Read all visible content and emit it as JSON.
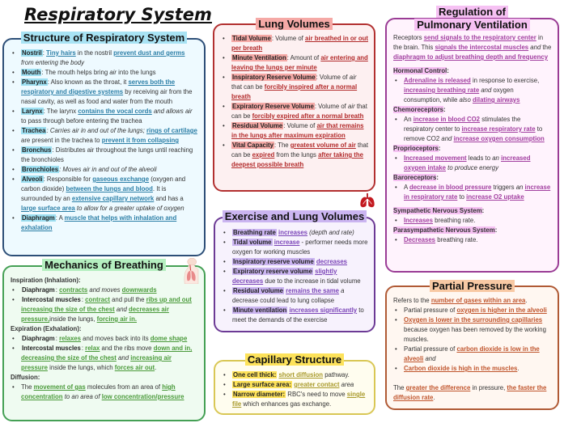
{
  "title": "Respiratory System",
  "structure": {
    "title": "Structure of Respiratory System",
    "items": [
      [
        [
          "Nostril",
          "k"
        ],
        [
          ": "
        ],
        [
          "Tiny hairs",
          "u"
        ],
        [
          " in the nostril "
        ],
        [
          "prevent dust and germs",
          "u"
        ],
        [
          " from entering the body",
          "i"
        ]
      ],
      [
        [
          "Mouth",
          "k"
        ],
        [
          ": The mouth helps bring "
        ],
        [
          "air",
          "i"
        ],
        [
          " into the lungs"
        ]
      ],
      [
        [
          "Pharynx",
          "k"
        ],
        [
          ": Also known as the throat, it "
        ],
        [
          "serves both the respiratory and digestive systems",
          "u"
        ],
        [
          " by receiving air from the nasal cavity, as well as food and water from the mouth"
        ]
      ],
      [
        [
          "Larynx",
          "k"
        ],
        [
          ": The larynx "
        ],
        [
          "contains the vocal cords",
          "u"
        ],
        [
          " and allows air",
          "i"
        ],
        [
          " to pass through before entering the trachea"
        ]
      ],
      [
        [
          "Trachea",
          "k"
        ],
        [
          ": Carries air in and out of the lungs; ",
          "i"
        ],
        [
          "rings of cartilage",
          "u"
        ],
        [
          " are present in the trachea to "
        ],
        [
          "prevent it from collapsing",
          "u"
        ]
      ],
      [
        [
          "Bronchus",
          "k"
        ],
        [
          ": Distributes air throughout the lungs until reaching the bronchioles"
        ]
      ],
      [
        [
          "Bronchioles",
          "k"
        ],
        [
          ": Moves air in and out of the alveoli",
          "i"
        ]
      ],
      [
        [
          "Alveoli",
          "k"
        ],
        [
          ": Responsible for "
        ],
        [
          "gaseous exchange",
          "u"
        ],
        [
          " (oxygen and carbon dioxide) "
        ],
        [
          "between the lungs and blood",
          "u"
        ],
        [
          ". It is surrounded by an "
        ],
        [
          "extensive capillary network",
          "u"
        ],
        [
          " and has a "
        ],
        [
          "large surface area",
          "u"
        ],
        [
          " to allow for a greater uptake of oxygen",
          "i"
        ]
      ],
      [
        [
          "Diaphragm",
          "k"
        ],
        [
          ": A "
        ],
        [
          "muscle that helps with inhalation and exhalation",
          "u"
        ]
      ]
    ]
  },
  "mechanics": {
    "title": "Mechanics of Breathing",
    "blocks": [
      {
        "heading": "Inspiration (Inhalation):",
        "items": [
          [
            [
              "Diaphragm",
              "k"
            ],
            [
              ": "
            ],
            [
              "contracts",
              "u"
            ],
            [
              " and moves ",
              "i"
            ],
            [
              "downwards",
              "u"
            ]
          ],
          [
            [
              "Intercostal muscles",
              "k"
            ],
            [
              ": "
            ],
            [
              "contract",
              "u"
            ],
            [
              " and pull the "
            ],
            [
              "ribs up and out increasing the size of the chest",
              "u"
            ],
            [
              " and ",
              "i"
            ],
            [
              "decreases air pressure,",
              "u"
            ],
            [
              "inside the lungs, "
            ],
            [
              "forcing air in.",
              "u"
            ]
          ]
        ]
      },
      {
        "heading": "Expiration (Exhalation):",
        "items": [
          [
            [
              "Diaphragm",
              "k"
            ],
            [
              ": "
            ],
            [
              "relaxes",
              "u"
            ],
            [
              " and moves back into its "
            ],
            [
              "dome shape",
              "u"
            ]
          ],
          [
            [
              "Intercostal muscles",
              "k"
            ],
            [
              ": "
            ],
            [
              "relax",
              "u"
            ],
            [
              " and the ribs move "
            ],
            [
              "down and in,",
              "u"
            ],
            [
              " "
            ],
            [
              "decreasing the size of the chest",
              "u"
            ],
            [
              " and ",
              "i"
            ],
            [
              "increasing air pressure",
              "u"
            ],
            [
              " inside the lungs, which "
            ],
            [
              "forces air out",
              "u"
            ],
            [
              "."
            ]
          ]
        ]
      },
      {
        "heading": "Diffusion:",
        "items": [
          [
            [
              "The "
            ],
            [
              "movement of gas",
              "u"
            ],
            [
              " molecules from an area of "
            ],
            [
              "high concentration",
              "u"
            ],
            [
              " to an area of ",
              "i"
            ],
            [
              "low concentration/pressure",
              "u"
            ]
          ]
        ]
      }
    ]
  },
  "lung_volumes": {
    "title": "Lung Volumes",
    "items": [
      [
        [
          "Tidal Volume",
          "k"
        ],
        [
          ": Volume of "
        ],
        [
          "air breathed in or out per breath",
          "u"
        ]
      ],
      [
        [
          "Minute Ventilation",
          "k"
        ],
        [
          ": Amount of "
        ],
        [
          "air entering and leaving the lungs per minute",
          "u"
        ]
      ],
      [
        [
          "Inspiratory Reserve Volume",
          "k"
        ],
        [
          ": Volume of "
        ],
        [
          "air",
          "i"
        ],
        [
          " that can be "
        ],
        [
          "forcibly inspired after a normal breath",
          "u"
        ]
      ],
      [
        [
          "Expiratory Reserve Volume",
          "k"
        ],
        [
          ": Volume of "
        ],
        [
          "air",
          "i"
        ],
        [
          " that can be "
        ],
        [
          "forcibly expired after a normal breath",
          "u"
        ]
      ],
      [
        [
          "Residual Volume",
          "k"
        ],
        [
          ": Volume of "
        ],
        [
          "air that remains in the lungs after maximum expiration",
          "u"
        ]
      ],
      [
        [
          "Vital Capacity",
          "k"
        ],
        [
          ": The "
        ],
        [
          "greatest volume of air",
          "u"
        ],
        [
          " that can be "
        ],
        [
          "expired",
          "u"
        ],
        [
          " from the lungs "
        ],
        [
          "after taking the deepest possible breath",
          "u"
        ]
      ]
    ]
  },
  "exercise": {
    "title": "Exercise and Lung Volumes",
    "items": [
      [
        [
          "Breathing rate",
          "k"
        ],
        [
          " "
        ],
        [
          "increases",
          "u"
        ],
        [
          " (depth and rate)",
          "i"
        ]
      ],
      [
        [
          "Tidal volume",
          "k"
        ],
        [
          " "
        ],
        [
          "increase",
          "u"
        ],
        [
          " - performer needs more oxygen for working muscles"
        ]
      ],
      [
        [
          "Inspiratory reserve volume",
          "k"
        ],
        [
          " "
        ],
        [
          "decreases",
          "u"
        ]
      ],
      [
        [
          "Expiratory reserve volume",
          "k"
        ],
        [
          " "
        ],
        [
          "slightly decreases",
          "u"
        ],
        [
          " due to the increase in tidal volume"
        ]
      ],
      [
        [
          "Residual volume",
          "k"
        ],
        [
          " "
        ],
        [
          "remains the same",
          "u"
        ],
        [
          " a ",
          "i"
        ],
        [
          "decrease could lead to lung collapse"
        ]
      ],
      [
        [
          "Minute ventilation",
          "k"
        ],
        [
          " "
        ],
        [
          "increases significantly",
          "u"
        ],
        [
          " to meet the demands of the exercise"
        ]
      ]
    ]
  },
  "capillary": {
    "title": "Capillary Structure",
    "items": [
      [
        [
          "One cell thick:",
          "k"
        ],
        [
          " "
        ],
        [
          "short diffusion",
          "u"
        ],
        [
          " pathway."
        ]
      ],
      [
        [
          "Large surface area:",
          "k"
        ],
        [
          " "
        ],
        [
          "greater contact",
          "u"
        ],
        [
          " area",
          "i"
        ]
      ],
      [
        [
          "Narrow diameter:",
          "k"
        ],
        [
          " RBC's need to move "
        ],
        [
          "single file",
          "u"
        ],
        [
          " which enhances gas exchange."
        ]
      ]
    ]
  },
  "regulation": {
    "title_line1": "Regulation of",
    "title_line2": "Pulmonary Ventilation",
    "intro": [
      [
        "Receptors "
      ],
      [
        "send signals to the respiratory center",
        "u"
      ],
      [
        " in the brain. This "
      ],
      [
        "signals the intercostal muscles",
        "u"
      ],
      [
        " and",
        "i"
      ],
      [
        " the "
      ],
      [
        "diaphragm to adjust breathing depth and frequency",
        "u"
      ]
    ],
    "blocks": [
      {
        "heading": "Hormonal Control",
        "items": [
          [
            [
              "Adrenaline is released",
              "u"
            ],
            [
              " in response to exercise, "
            ],
            [
              "increasing breathing rate",
              "u"
            ],
            [
              " and",
              "i"
            ],
            [
              " oxygen consumption, while "
            ],
            [
              "also",
              "i"
            ],
            [
              " "
            ],
            [
              "dilating airways",
              "u"
            ]
          ]
        ]
      },
      {
        "heading": "Chemoreceptors",
        "items": [
          [
            [
              "An "
            ],
            [
              "increase in blood CO2",
              "u"
            ],
            [
              " stimulates the respiratory center to "
            ],
            [
              "increase respiratory rate",
              "u"
            ],
            [
              " to remove CO2 "
            ],
            [
              "and",
              "i"
            ],
            [
              " "
            ],
            [
              "increase oxygen consumption",
              "u"
            ]
          ]
        ]
      },
      {
        "heading": "Proprioceptors",
        "items": [
          [
            [
              "Increased movement",
              "u"
            ],
            [
              " leads to "
            ],
            [
              "an",
              "i"
            ],
            [
              " "
            ],
            [
              "increased oxygen intake",
              "u"
            ],
            [
              " to produce energy",
              "i"
            ]
          ]
        ]
      },
      {
        "heading": "Baroreceptors",
        "items": [
          [
            [
              "A "
            ],
            [
              "decrease in blood pressure",
              "u"
            ],
            [
              " triggers "
            ],
            [
              "an",
              "i"
            ],
            [
              " "
            ],
            [
              "increase in respiratory rate",
              "u"
            ],
            [
              " to "
            ],
            [
              "increase O2 uptake",
              "u"
            ]
          ]
        ]
      },
      {
        "heading": "Sympathetic Nervous System",
        "gap": true,
        "items": [
          [
            [
              "Increases",
              "u"
            ],
            [
              " breathing rate."
            ]
          ]
        ]
      },
      {
        "heading": "Parasympathetic Nervous System",
        "items": [
          [
            [
              "Decreases",
              "u"
            ],
            [
              " breathing rate."
            ]
          ]
        ]
      }
    ]
  },
  "partial": {
    "title": "Partial Pressure",
    "intro": [
      [
        "Refers to the "
      ],
      [
        "number of gases within an area",
        "u"
      ],
      [
        "."
      ]
    ],
    "items": [
      [
        [
          "Partial pressure of "
        ],
        [
          "oxygen is higher in the alveoli",
          "u"
        ]
      ],
      [
        [
          "Oxygen is lower in the surrounding capillaries",
          "u"
        ],
        [
          " because oxygen has been removed by the working muscles."
        ]
      ],
      [
        [
          "Partial pressure of "
        ],
        [
          "carbon dioxide is low in the alveoli",
          "u"
        ],
        [
          " and",
          "i"
        ]
      ],
      [
        [
          "Carbon dioxide is high in the muscles",
          "u"
        ],
        [
          "."
        ]
      ]
    ],
    "outro": [
      [
        "The "
      ],
      [
        "greater the difference",
        "u"
      ],
      [
        " in pressure, "
      ],
      [
        "the faster the diffusion rate",
        "u"
      ],
      [
        "."
      ]
    ]
  },
  "colors": {
    "structure": "#2d4f78",
    "mechanics": "#45a055",
    "lung_volumes": "#b23030",
    "exercise": "#6c3a95",
    "capillary": "#d9c755",
    "regulation": "#9a3c95",
    "partial": "#b05a35"
  }
}
